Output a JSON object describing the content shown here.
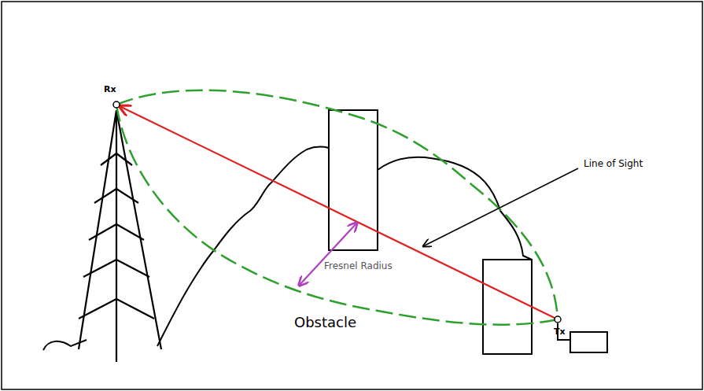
{
  "diagram": {
    "labels": [
      "Rx",
      "Tx",
      "Line of Sight",
      "Fresnel Radius",
      "Obstacle"
    ]
  }
}
